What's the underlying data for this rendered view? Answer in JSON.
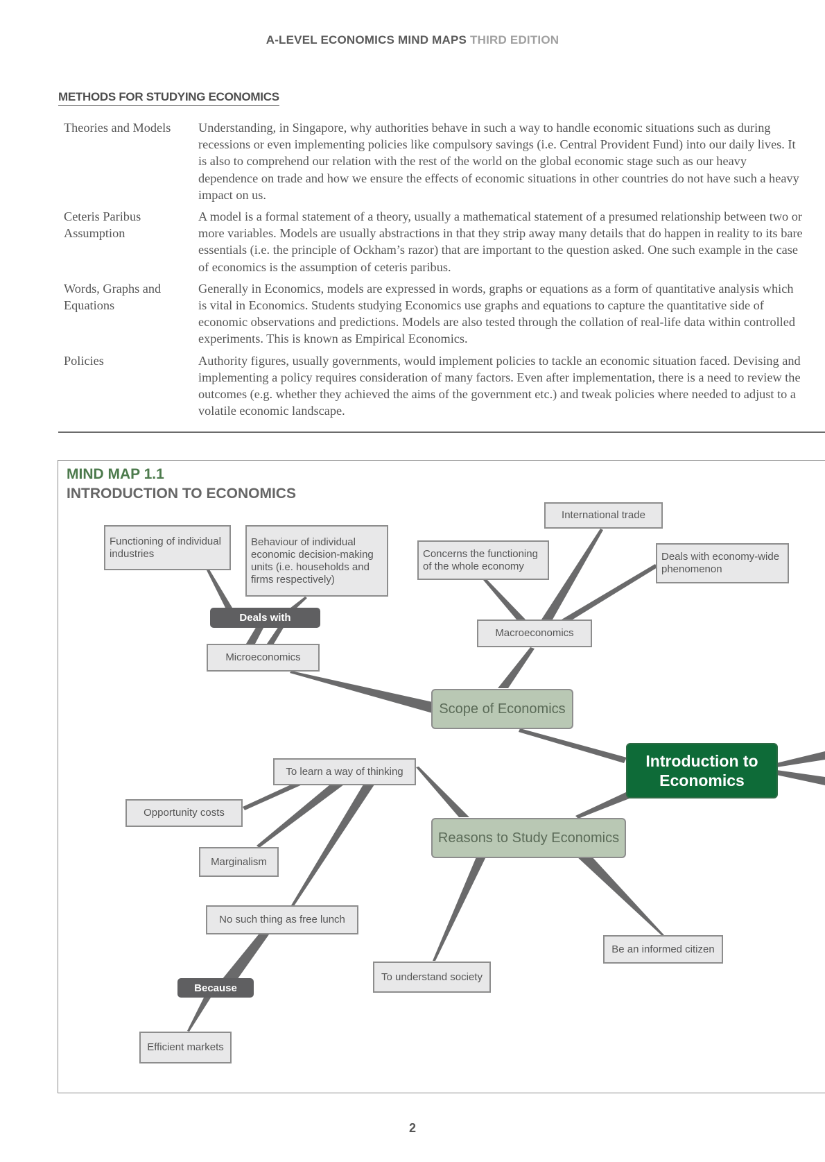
{
  "header": {
    "title": "A-LEVEL ECONOMICS MIND MAPS",
    "edition": "THIRD EDITION"
  },
  "methods": {
    "title": "METHODS FOR STUDYING ECONOMICS",
    "rows": [
      {
        "term": "Theories and Models",
        "desc": "Understanding, in Singapore, why authorities behave in such a way to handle economic situations such as during recessions or even implementing policies like compulsory savings (i.e. Central Provident Fund) into our daily lives. It is also to comprehend our relation with the rest of the world on the global economic stage such as our heavy dependence on trade and how we ensure the effects of economic situations in other countries do not have such a heavy impact on us."
      },
      {
        "term": "Ceteris Paribus Assumption",
        "desc": "A model is a formal statement of a theory, usually a mathematical statement of a presumed relationship between two or more variables. Models are usually abstractions in that they strip away many details that do happen in reality to its bare essentials (i.e. the principle of Ockham’s razor) that are important to the question asked. One such example in the case of economics is the assumption of ceteris paribus."
      },
      {
        "term": "Words, Graphs and Equations",
        "desc": "Generally in Economics, models are expressed in words, graphs or equations as a form of quantitative analysis which is vital in Economics. Students studying Economics use graphs and equations to capture the quantitative side of economic observations and predictions. Models are also tested through the collation of real-life data within controlled experiments. This is known as Empirical Economics."
      },
      {
        "term": "Policies",
        "desc": "Authority figures, usually governments, would implement policies to tackle an economic situation faced. Devising and implementing a policy requires consideration of many factors. Even after implementation, there is a need to review the outcomes (e.g. whether they achieved the aims of the government etc.) and tweak policies where needed to adjust to a volatile economic landscape."
      }
    ]
  },
  "mindmap": {
    "number": "MIND MAP 1.1",
    "title": "INTRODUCTION TO ECONOMICS",
    "central": "Introduction to Economics",
    "scope": "Scope of Economics",
    "reasons": "Reasons to Study Economics",
    "micro": "Microeconomics",
    "macro": "Macroeconomics",
    "deals_with": "Deals with",
    "micro_industries": "Functioning of individual industries",
    "micro_units": "Behaviour of individual economic decision-making units (i.e. households and firms respectively)",
    "macro_whole": "Concerns the functioning of the whole economy",
    "macro_trade": "International trade",
    "macro_wide": "Deals with economy-wide phenomenon",
    "thinking": "To learn a way of thinking",
    "opportunity": "Opportunity costs",
    "marginalism": "Marginalism",
    "free_lunch": "No such thing as free lunch",
    "because": "Because",
    "efficient": "Efficient markets",
    "society": "To understand society",
    "citizen": "Be an informed citizen"
  },
  "page_number": "2"
}
